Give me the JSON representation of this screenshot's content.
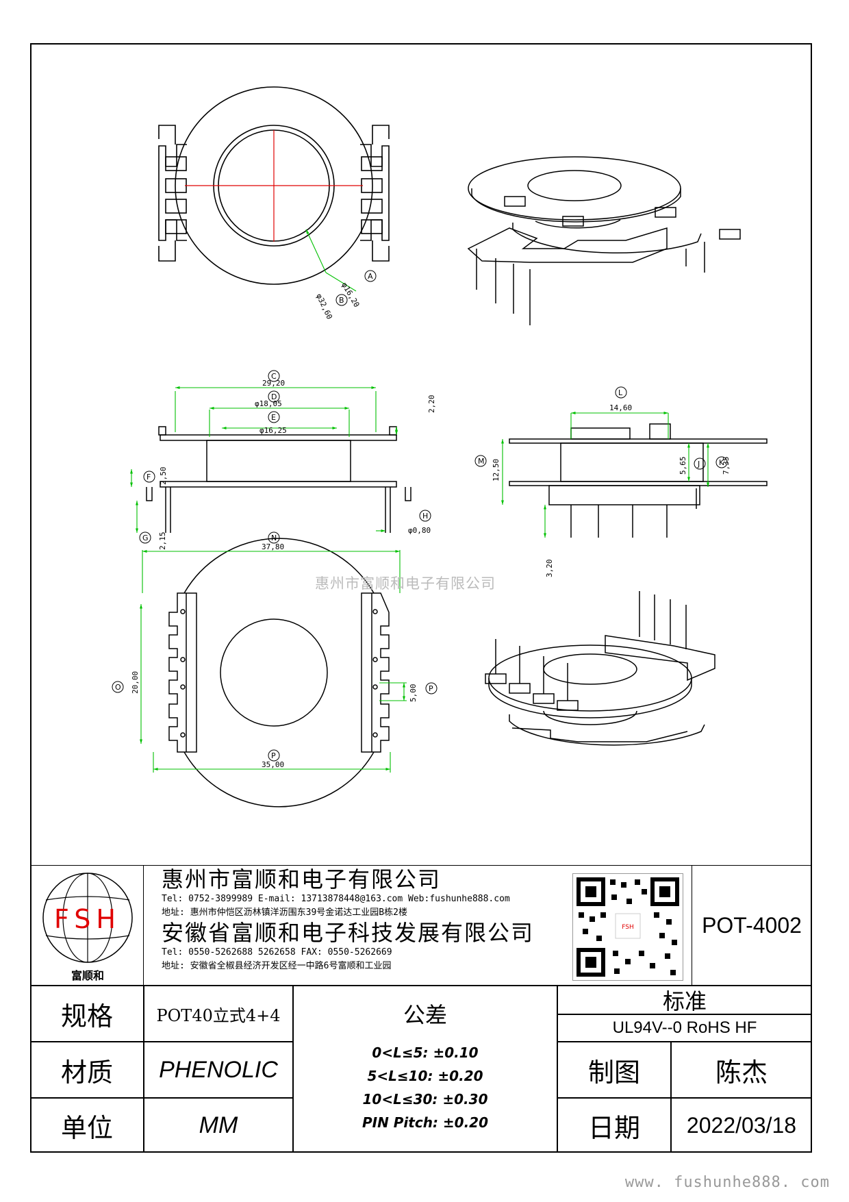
{
  "watermark": "惠州市富顺和电子有限公司",
  "footer_url": "www. fushunhe888. com",
  "dimensions": {
    "A": {
      "label": "A",
      "value": "φ16,20"
    },
    "B": {
      "label": "B",
      "value": "φ32,60"
    },
    "C": {
      "label": "C",
      "value": "29,20"
    },
    "D": {
      "label": "D",
      "value": "φ18,05"
    },
    "E": {
      "label": "E",
      "value": "φ16,25"
    },
    "F": {
      "label": "F",
      "value": "2,50"
    },
    "G": {
      "label": "G",
      "value": "2,15"
    },
    "H": {
      "label": "H",
      "value": "φ0,80"
    },
    "top_right": "2,20",
    "L": {
      "label": "L",
      "value": "14,60"
    },
    "M": {
      "label": "M",
      "value": "12,50"
    },
    "J": {
      "label": "J",
      "value": "5,65"
    },
    "K": {
      "label": "K",
      "value": "7,35"
    },
    "bottom_pin": "3,20",
    "N": {
      "label": "N",
      "value": "37,80"
    },
    "O": {
      "label": "O",
      "value": "20,00"
    },
    "P_pitch": {
      "label": "P",
      "value": "5,00"
    },
    "P_width": {
      "label": "P",
      "value": "35,00"
    }
  },
  "title_block": {
    "logo_text": "FSH",
    "logo_caption": "富顺和",
    "company1": "惠州市富顺和电子有限公司",
    "company1_contact": "Tel: 0752-3899989 E-mail: 13713878448@163.com Web:fushunhe888.com",
    "company1_address": "地址: 惠州市仲恺区沥林镇洋沥围东39号金诺达工业园B栋2楼",
    "company2": "安徽省富顺和电子科技发展有限公司",
    "company2_contact": "Tel: 0550-5262688 5262658 FAX: 0550-5262669",
    "company2_address": "地址: 安徽省全椒县经济开发区经一中路6号富顺和工业园",
    "qr_label": "FSH",
    "part_number": "POT-4002",
    "spec_label": "规格",
    "spec_value": "POT40立式4+4",
    "material_label": "材质",
    "material_value": "PHENOLIC",
    "unit_label": "单位",
    "unit_value": "MM",
    "tolerance_label": "公差",
    "tolerances": [
      "0<L≤5: ±0.10",
      "5<L≤10: ±0.20",
      "10<L≤30: ±0.30",
      "PIN Pitch: ±0.20"
    ],
    "standard_label": "标准",
    "standard_value": "UL94V--0 RoHS HF",
    "drawn_label": "制图",
    "drawn_value": "陈杰",
    "date_label": "日期",
    "date_value": "2022/03/18"
  },
  "colors": {
    "dimension": "#00c000",
    "center_line": "#e00000",
    "outline": "#000000"
  }
}
